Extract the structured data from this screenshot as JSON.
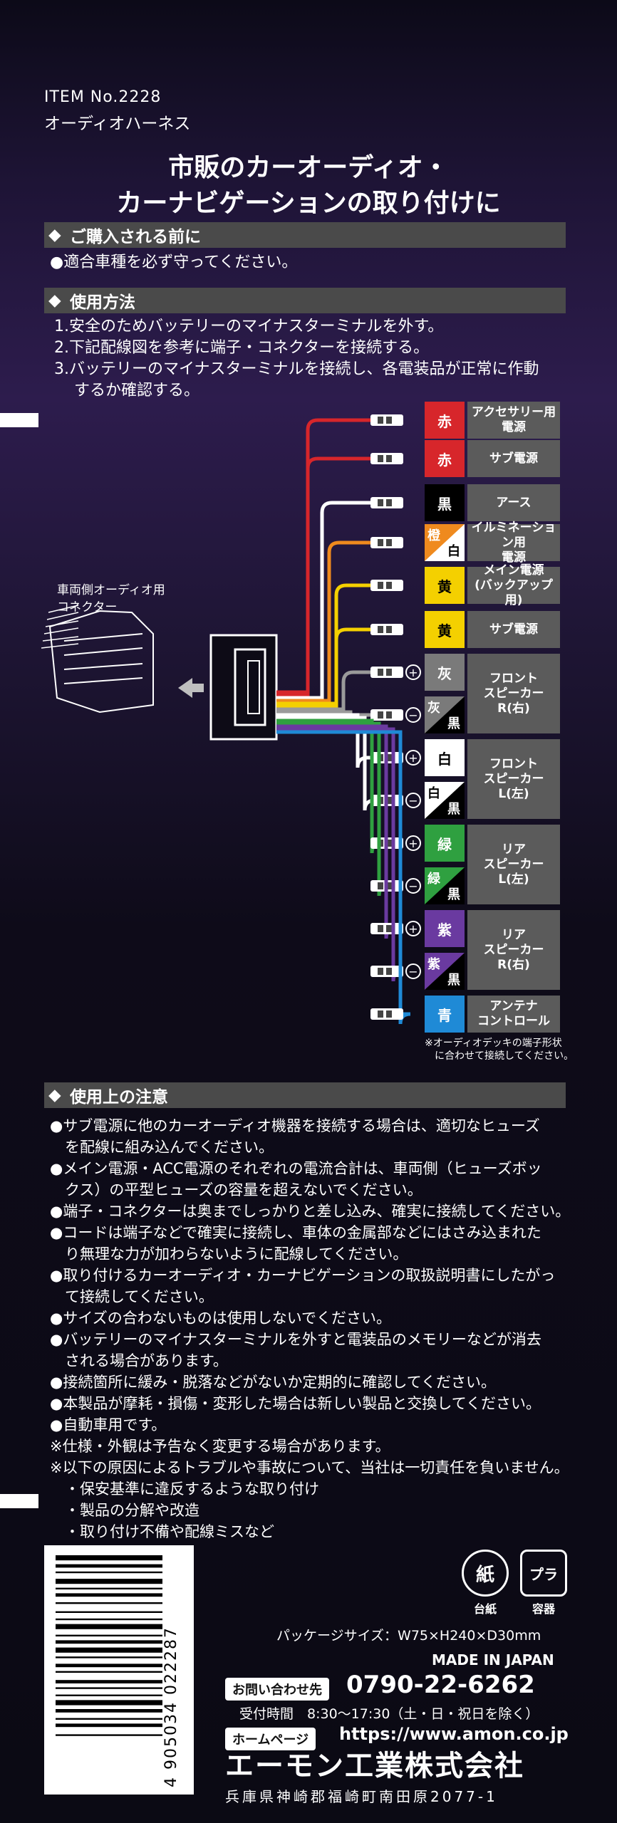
{
  "header": {
    "item_no": "ITEM No.2228",
    "item_name": "オーディオハーネス",
    "headline_line1": "市販のカーオーディオ・",
    "headline_line2": "カーナビゲーションの取り付けに"
  },
  "section_before": {
    "title": "ご購入される前に",
    "items": [
      "●適合車種を必ず守ってください。"
    ]
  },
  "section_usage": {
    "title": "使用方法",
    "steps": [
      "1.安全のためバッテリーのマイナスターミナルを外す。",
      "2.下記配線図を参考に端子・コネクターを接続する。",
      "3.バッテリーのマイナスターミナルを接続し、各電装品が正常に作動",
      "するか確認する。"
    ]
  },
  "diagram": {
    "vehicle_connector_label_1": "車両側オーディオ用",
    "vehicle_connector_label_2": "コネクター",
    "footnote_1": "※オーディオデッキの端子形状",
    "footnote_2": "に合わせて接続してください。",
    "wires": [
      {
        "color_label": "赤",
        "desc": "アクセサリー用\n電源",
        "wire_color": "#d7262b",
        "label_bg": "#d7262b",
        "label_fg": "#ffffff",
        "polarity": ""
      },
      {
        "color_label": "赤",
        "desc": "サブ電源",
        "wire_color": "#d7262b",
        "label_bg": "#d7262b",
        "label_fg": "#ffffff",
        "polarity": ""
      },
      {
        "color_label": "黒",
        "desc": "アース",
        "wire_color": "#ffffff",
        "label_bg": "#000000",
        "label_fg": "#ffffff",
        "polarity": ""
      },
      {
        "color_label": "橙",
        "color_label_2": "白",
        "desc": "イルミネーション用\n電源",
        "wire_color": "#ef8a1e",
        "label_bg": "#ef8a1e",
        "label_bg_2": "#ffffff",
        "label_fg": "#ffffff",
        "polarity": ""
      },
      {
        "color_label": "黄",
        "desc": "メイン電源\n(バックアップ用)",
        "wire_color": "#f4d000",
        "label_bg": "#f4d000",
        "label_fg": "#000000",
        "polarity": ""
      },
      {
        "color_label": "黄",
        "desc": "サブ電源",
        "wire_color": "#f4d000",
        "label_bg": "#f4d000",
        "label_fg": "#000000",
        "polarity": ""
      },
      {
        "color_label": "灰",
        "desc": "フロント\nスピーカー\nR(右)",
        "wire_color": "#9a9a9a",
        "label_bg": "#7a7a7a",
        "label_fg": "#ffffff",
        "polarity": "+"
      },
      {
        "color_label": "灰",
        "color_label_2": "黒",
        "wire_color": "#9a9a9a",
        "label_bg": "#7a7a7a",
        "label_bg_2": "#000000",
        "label_fg": "#ffffff",
        "polarity": "−"
      },
      {
        "color_label": "白",
        "desc": "フロント\nスピーカー\nL(左)",
        "wire_color": "#ffffff",
        "label_bg": "#ffffff",
        "label_fg": "#000000",
        "polarity": "+"
      },
      {
        "color_label": "白",
        "color_label_2": "黒",
        "wire_color": "#ffffff",
        "label_bg": "#ffffff",
        "label_bg_2": "#000000",
        "label_fg": "#000000",
        "polarity": "−"
      },
      {
        "color_label": "緑",
        "desc": "リア\nスピーカー\nL(左)",
        "wire_color": "#2fa040",
        "label_bg": "#2fa040",
        "label_fg": "#ffffff",
        "polarity": "+"
      },
      {
        "color_label": "緑",
        "color_label_2": "黒",
        "wire_color": "#2fa040",
        "label_bg": "#2fa040",
        "label_bg_2": "#000000",
        "label_fg": "#ffffff",
        "polarity": "−"
      },
      {
        "color_label": "紫",
        "desc": "リア\nスピーカー\nR(右)",
        "wire_color": "#6a3aa0",
        "label_bg": "#6a3aa0",
        "label_fg": "#ffffff",
        "polarity": "+"
      },
      {
        "color_label": "紫",
        "color_label_2": "黒",
        "wire_color": "#6a3aa0",
        "label_bg": "#6a3aa0",
        "label_bg_2": "#000000",
        "label_fg": "#ffffff",
        "polarity": "−"
      },
      {
        "color_label": "青",
        "desc": "アンテナ\nコントロール",
        "wire_color": "#1f8ad6",
        "label_bg": "#1f8ad6",
        "label_fg": "#ffffff",
        "polarity": ""
      }
    ]
  },
  "section_notes": {
    "title": "使用上の注意",
    "lines": [
      "●サブ電源に他のカーオーディオ機器を接続する場合は、適切なヒューズ",
      "　を配線に組み込んでください。",
      "●メイン電源・ACC電源のそれぞれの電流合計は、車両側（ヒューズボッ",
      "　クス）の平型ヒューズの容量を超えないでください。",
      "●端子・コネクターは奥までしっかりと差し込み、確実に接続してください。",
      "●コードは端子などで確実に接続し、車体の金属部などにはさみ込まれた",
      "　り無理な力が加わらないように配線してください。",
      "●取り付けるカーオーディオ・カーナビゲーションの取扱説明書にしたがっ",
      "　て接続してください。",
      "●サイズの合わないものは使用しないでください。",
      "●バッテリーのマイナスターミナルを外すと電装品のメモリーなどが消去",
      "　される場合があります。",
      "●接続箇所に緩み・脱落などがないか定期的に確認してください。",
      "●本製品が摩耗・損傷・変形した場合は新しい製品と交換してください。",
      "●自動車用です。",
      "※仕様・外観は予告なく変更する場合があります。",
      "※以下の原因によるトラブルや事故について、当社は一切責任を負いません。",
      "　・保安基準に違反するような取り付け",
      "　・製品の分解や改造",
      "　・取り付け不備や配線ミスなど"
    ]
  },
  "footer": {
    "barcode_digits": "4 905034 022287",
    "recycle_paper_glyph": "紙",
    "recycle_paper_caption": "台紙",
    "recycle_plastic_glyph": "プラ",
    "recycle_plastic_caption": "容器",
    "package_size": "パッケージサイズ：W75×H240×D30mm",
    "made_in": "MADE IN JAPAN",
    "contact_label": "お問い合わせ先",
    "phone": "0790-22-6262",
    "hours": "受付時間　8:30〜17:30（土・日・祝日を除く）",
    "homepage_label": "ホームページ",
    "url": "https://www.amon.co.jp",
    "company": "エーモン工業株式会社",
    "address": "兵庫県神崎郡福崎町南田原2077-1"
  }
}
